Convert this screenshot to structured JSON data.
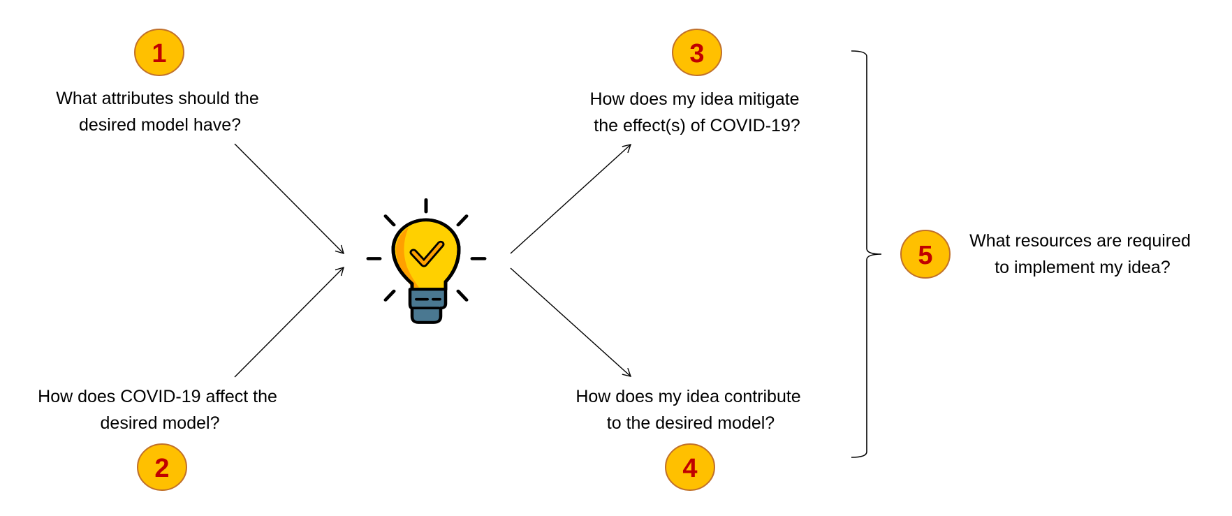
{
  "colors": {
    "badge_fill": "#FFC000",
    "badge_stroke": "#C0702A",
    "badge_number": "#C00000",
    "bulb_yellow": "#FFD000",
    "bulb_orange": "#FFA000",
    "bulb_base": "#4A7891"
  },
  "steps": [
    {
      "number": "1",
      "lines": [
        "What attributes should the",
        "desired model have?"
      ]
    },
    {
      "number": "2",
      "lines": [
        "How does COVID-19 affect the",
        "desired model?"
      ]
    },
    {
      "number": "3",
      "lines": [
        "How does my idea mitigate",
        "the effect(s) of COVID-19?"
      ]
    },
    {
      "number": "4",
      "lines": [
        "How does my idea contribute",
        "to the desired model?"
      ]
    },
    {
      "number": "5",
      "lines": [
        "What resources are required",
        "to implement my idea?"
      ]
    }
  ],
  "center_icon": "lightbulb-check-icon"
}
